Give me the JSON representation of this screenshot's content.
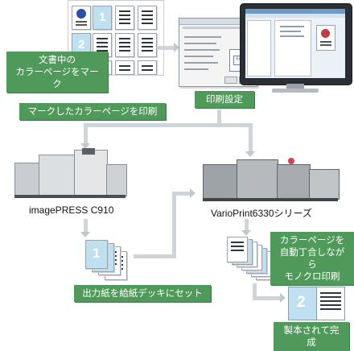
{
  "labels": {
    "mark_color_pages": "文書中の\nカラーページをマーク",
    "print_settings": "印刷設定",
    "print_marked_color": "マークしたカラーページを印刷",
    "set_output_paper": "出力紙を給紙デッキにセット",
    "auto_collate": "カラーページを\n自動丁合しながら\nモノクロ印刷",
    "finished": "製本されて完成"
  },
  "printers": {
    "color_printer": "imagePRESS C910",
    "mono_printer": "VarioPrint6330シリーズ"
  },
  "page_numbers": {
    "one": "1",
    "two": "2"
  }
}
